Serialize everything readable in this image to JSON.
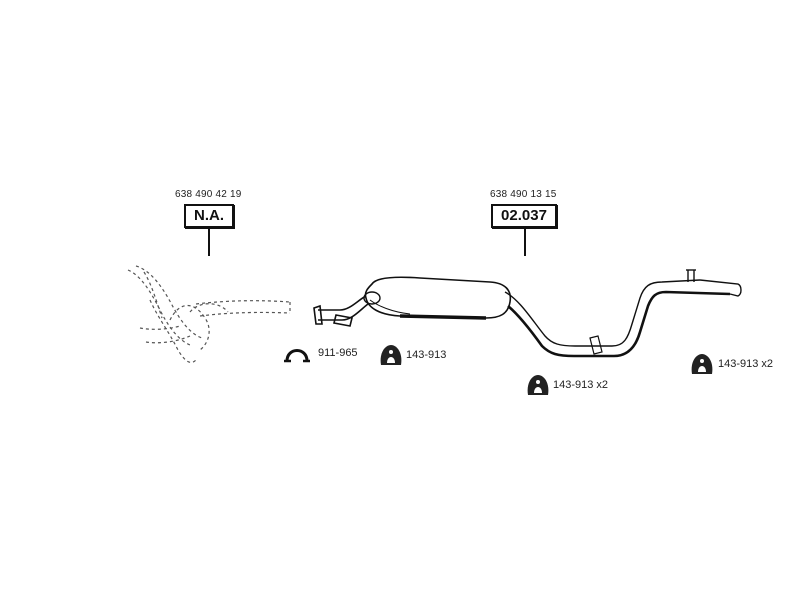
{
  "parts": [
    {
      "part_number": "638 490 42 19",
      "reference": "N.A."
    },
    {
      "part_number": "638 490 13 15",
      "reference": "02.037"
    }
  ],
  "accessories": [
    {
      "code": "911-965",
      "icon": "clamp-icon"
    },
    {
      "code": "143-913",
      "icon": "rubber-mount-icon"
    },
    {
      "code": "143-913 x2",
      "icon": "rubber-mount-icon"
    },
    {
      "code": "143-913 x2",
      "icon": "rubber-mount-icon"
    }
  ]
}
